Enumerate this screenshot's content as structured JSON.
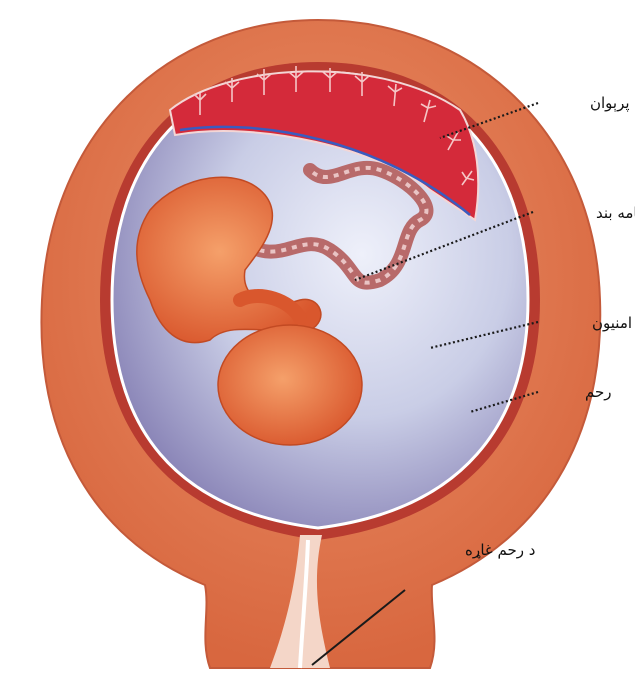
{
  "labels": {
    "placenta": "پرېوان",
    "umbilical_cord": "دنامه بند",
    "amnion": "امنيون",
    "uterus": "رحم",
    "cervix": "د رحم غاړه"
  },
  "colors": {
    "uterus_wall": "#e07a55",
    "uterus_dark": "#c9553a",
    "placenta": "#d42a3a",
    "amniotic_fluid": "#c9cfe8",
    "fetus": "#e8743f",
    "cord": "#b86a6a"
  }
}
